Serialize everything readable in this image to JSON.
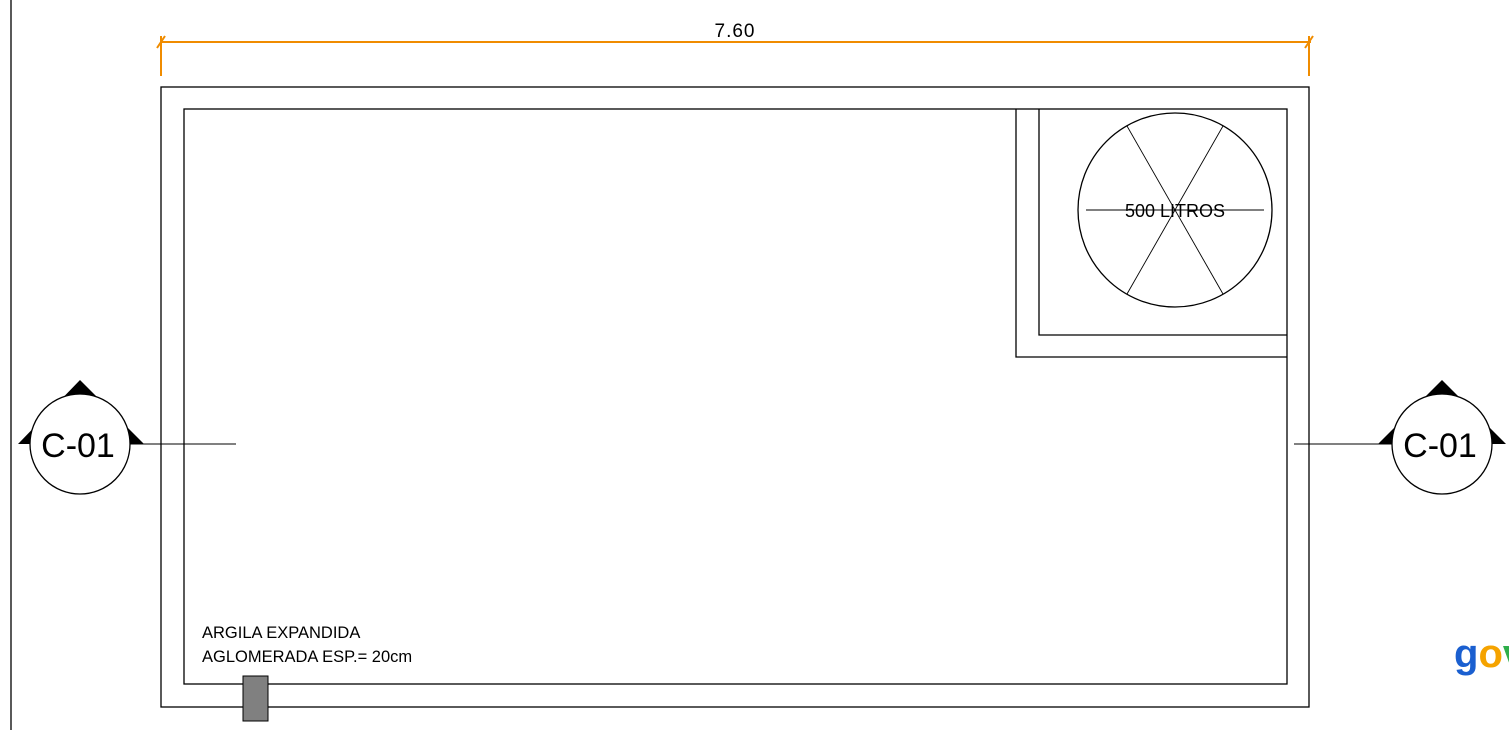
{
  "drawing": {
    "dimension_label": "7.60",
    "tank_label": "500 LITROS",
    "section_left_label": "C-01",
    "section_right_label": "C-01",
    "note_line1": "ARGILA EXPANDIDA",
    "note_line2": "AGLOMERADA ESP.= 20cm",
    "logo_text": "gov"
  },
  "colors": {
    "line": "#000000",
    "dimension": "#f08c00",
    "marker_fill": "#808080",
    "logo_blue": "#1a5fd0",
    "logo_orange": "#f5a300",
    "logo_green": "#2eae4a"
  }
}
